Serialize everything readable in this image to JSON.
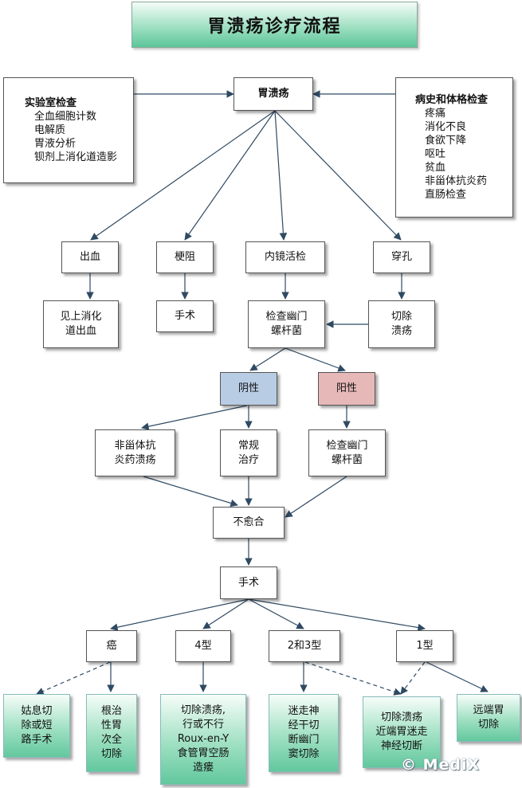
{
  "title": "胃溃疡诊疗流程",
  "nodes": {
    "ulcer": "胃溃疡",
    "lab": {
      "heading": "实验室检查",
      "items": [
        "全血细胞计数",
        "电解质",
        "胃液分析",
        "钡剂上消化道造影"
      ]
    },
    "history": {
      "heading": "病史和体格检查",
      "items": [
        "疼痛",
        "消化不良",
        "食欲下降",
        "呕吐",
        "贫血",
        "非甾体抗炎药",
        "直肠检查"
      ]
    },
    "bleeding": "出血",
    "obstruction": "梗阻",
    "endoscopy": "内镜活检",
    "perforation": "穿孔",
    "see_ugib": "见上消化\n道出血",
    "surgery_obstruction": "手术",
    "hp_check_1": "检查幽门\n螺杆菌",
    "excise_ulcer": "切除\n溃疡",
    "negative": "阴性",
    "positive": "阳性",
    "nsaid_ulcer": "非甾体抗\n炎药溃疡",
    "routine_treatment": "常规\n治疗",
    "hp_check_2": "检查幽门\n螺杆菌",
    "not_healed": "不愈合",
    "surgery": "手术",
    "cancer": "癌",
    "type4": "4型",
    "type23": "2和3型",
    "type1": "1型",
    "palliative": "姑息切\n除或短\n路手术",
    "radical": "根治\n性胃\n次全\n切除",
    "type4_treatment": "切除溃疡,\n行或不行\nRoux-en-Y\n食管胃空肠\n造瘘",
    "type23_treatment": "迷走神\n经干切\n断幽门\n窦切除",
    "type1_treatment_a": "切除溃疡\n近端胃迷走\n神经切断",
    "type1_treatment_b": "远端胃\n切除"
  },
  "colors": {
    "negative": "#b8cce4",
    "positive": "#e6b9b8",
    "green_leaf": "#9fe0c2",
    "arrow": "#2f4a63"
  },
  "watermark": "© MediX"
}
